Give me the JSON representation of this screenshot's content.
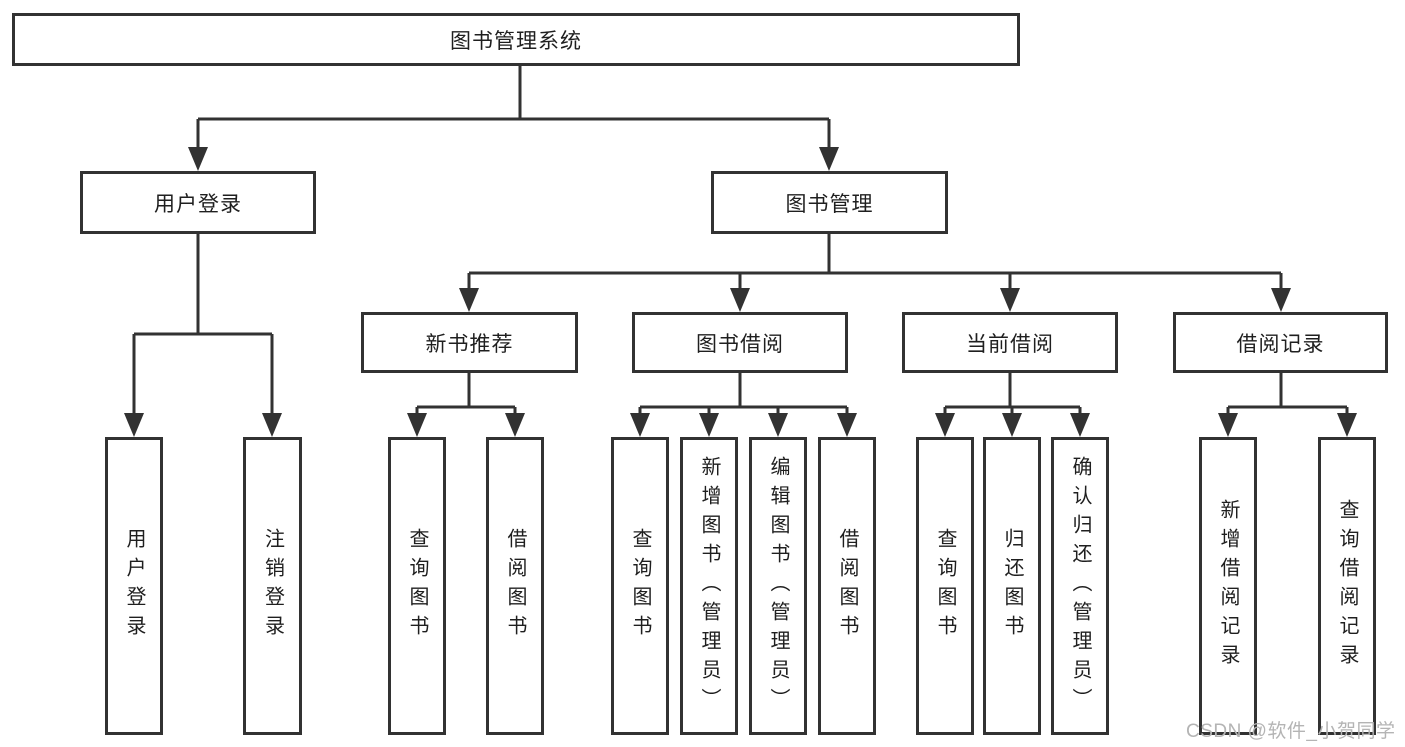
{
  "diagram": {
    "type": "hierarchy-tree",
    "colors": {
      "line": "#323232",
      "text": "#1f1f1f",
      "background": "#ffffff",
      "watermark": "#b4b4b4"
    },
    "root": {
      "label": "图书管理系统",
      "children": [
        {
          "label": "用户登录",
          "children": [
            {
              "label": "用户登录"
            },
            {
              "label": "注销登录"
            }
          ]
        },
        {
          "label": "图书管理",
          "children": [
            {
              "label": "新书推荐",
              "children": [
                {
                  "label": "查询图书"
                },
                {
                  "label": "借阅图书"
                }
              ]
            },
            {
              "label": "图书借阅",
              "children": [
                {
                  "label": "查询图书"
                },
                {
                  "label": "新增图书（管理员）"
                },
                {
                  "label": "编辑图书（管理员）"
                },
                {
                  "label": "借阅图书"
                }
              ]
            },
            {
              "label": "当前借阅",
              "children": [
                {
                  "label": "查询图书"
                },
                {
                  "label": "归还图书"
                },
                {
                  "label": "确认归还（管理员）"
                }
              ]
            },
            {
              "label": "借阅记录",
              "children": [
                {
                  "label": "新增借阅记录"
                },
                {
                  "label": "查询借阅记录"
                }
              ]
            }
          ]
        }
      ]
    },
    "watermark": {
      "text": "CSDN @软件_小贺同学"
    }
  }
}
